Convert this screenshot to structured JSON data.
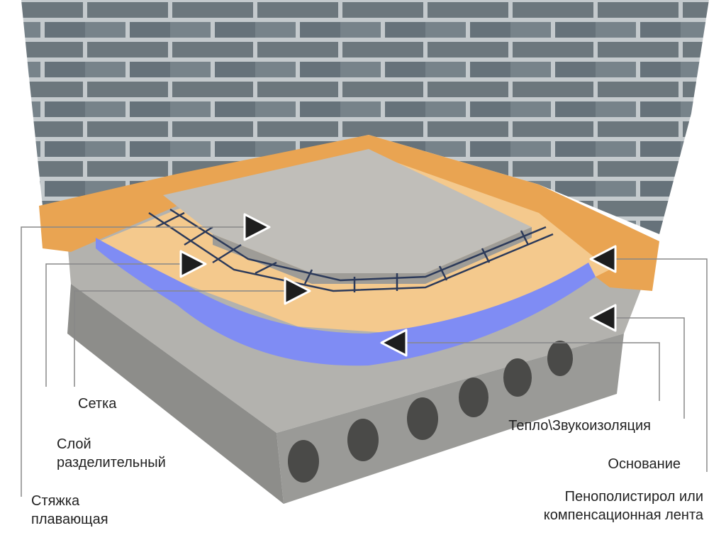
{
  "labels": {
    "mesh": "Сетка",
    "separating_layer": "Слой разделительный",
    "floating_screed": "Стяжка плавающая",
    "insulation": "Тепло\\Звукоизоляция",
    "base": "Основание",
    "eps_tape": "Пенополистирол или компенсационная лента"
  },
  "colors": {
    "brick": "#6f7a80",
    "mortar": "#c9cfd2",
    "slab": "#a9a9a7",
    "tape": "#e9a452",
    "sand": "#f4c98d",
    "insulation": "#7f8cf4",
    "screed": "#b9b7b2",
    "arrow": "#1e1e1e"
  }
}
